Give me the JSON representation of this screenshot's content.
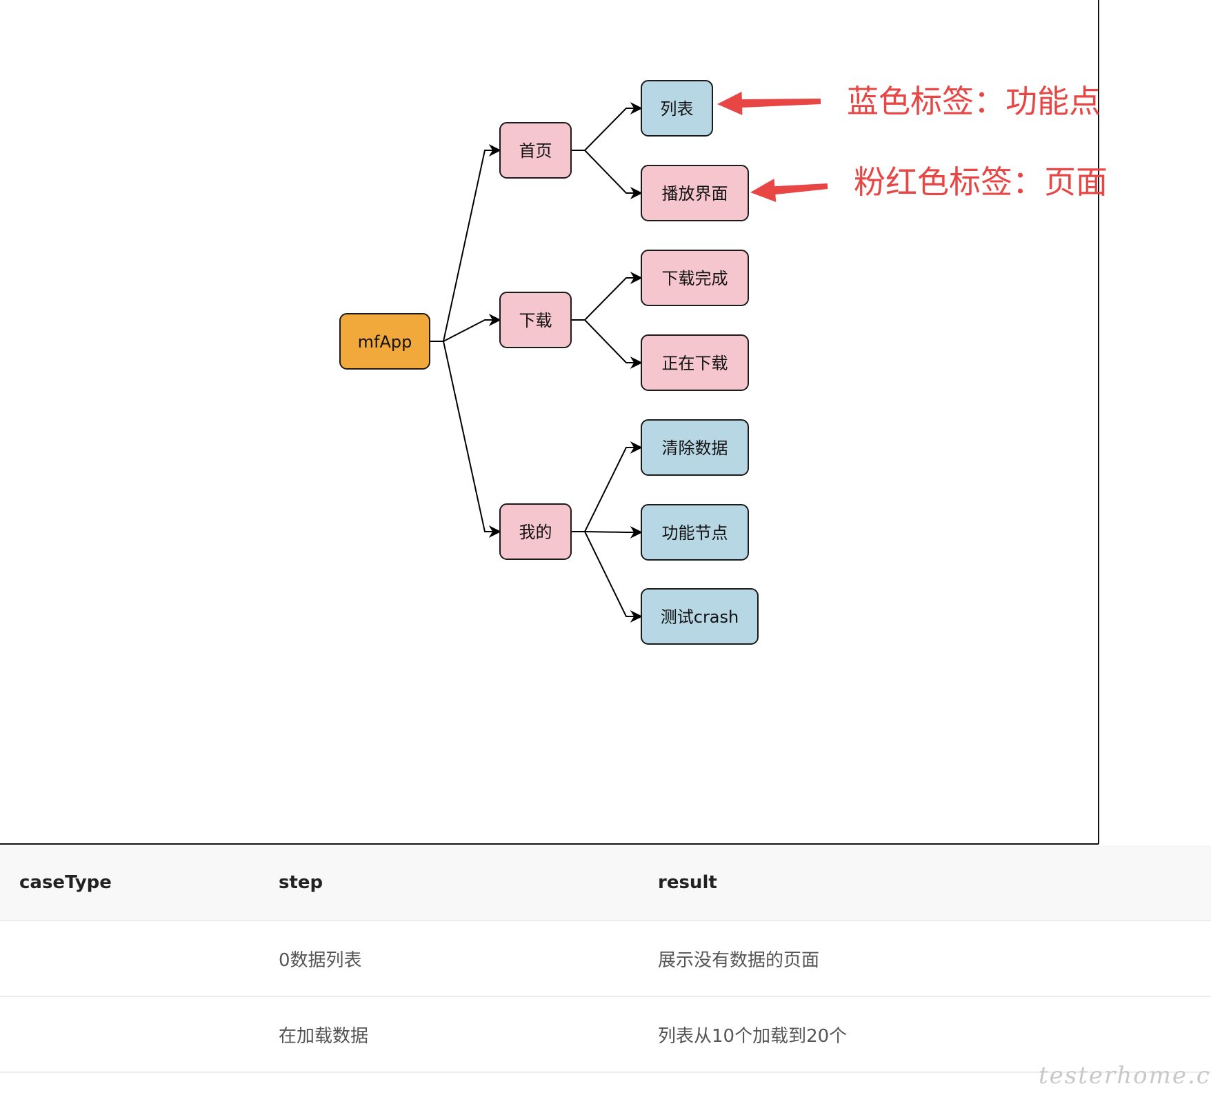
{
  "diagram": {
    "colors": {
      "root": "#f2a93b",
      "page": "#f5c6ce",
      "feature": "#b6d7e3",
      "annotation": "#e84545",
      "edge": "#000000"
    },
    "nodes": [
      {
        "id": "root",
        "label": "mfApp",
        "kind": "root"
      },
      {
        "id": "home",
        "label": "首页",
        "kind": "page"
      },
      {
        "id": "list",
        "label": "列表",
        "kind": "feature"
      },
      {
        "id": "player",
        "label": "播放界面",
        "kind": "page"
      },
      {
        "id": "download",
        "label": "下载",
        "kind": "page"
      },
      {
        "id": "download-done",
        "label": "下载完成",
        "kind": "page"
      },
      {
        "id": "downloading",
        "label": "正在下载",
        "kind": "page"
      },
      {
        "id": "mine",
        "label": "我的",
        "kind": "page"
      },
      {
        "id": "clear-data",
        "label": "清除数据",
        "kind": "feature"
      },
      {
        "id": "feature-node",
        "label": "功能节点",
        "kind": "feature"
      },
      {
        "id": "test-crash",
        "label": "测试crash",
        "kind": "feature"
      }
    ],
    "edges": [
      {
        "from": "root",
        "to": "home"
      },
      {
        "from": "root",
        "to": "download"
      },
      {
        "from": "root",
        "to": "mine"
      },
      {
        "from": "home",
        "to": "list"
      },
      {
        "from": "home",
        "to": "player"
      },
      {
        "from": "download",
        "to": "download-done"
      },
      {
        "from": "download",
        "to": "downloading"
      },
      {
        "from": "mine",
        "to": "clear-data"
      },
      {
        "from": "mine",
        "to": "feature-node"
      },
      {
        "from": "mine",
        "to": "test-crash"
      }
    ],
    "annotations": [
      {
        "text": "蓝色标签：功能点",
        "target": "list"
      },
      {
        "text": "粉红色标签：页面",
        "target": "player"
      }
    ]
  },
  "table": {
    "headers": [
      "caseType",
      "step",
      "result"
    ],
    "rows": [
      [
        "",
        "0数据列表",
        "展示没有数据的页面"
      ],
      [
        "",
        "在加载数据",
        "列表从10个加载到20个"
      ]
    ]
  },
  "watermark": "testerhome.com"
}
